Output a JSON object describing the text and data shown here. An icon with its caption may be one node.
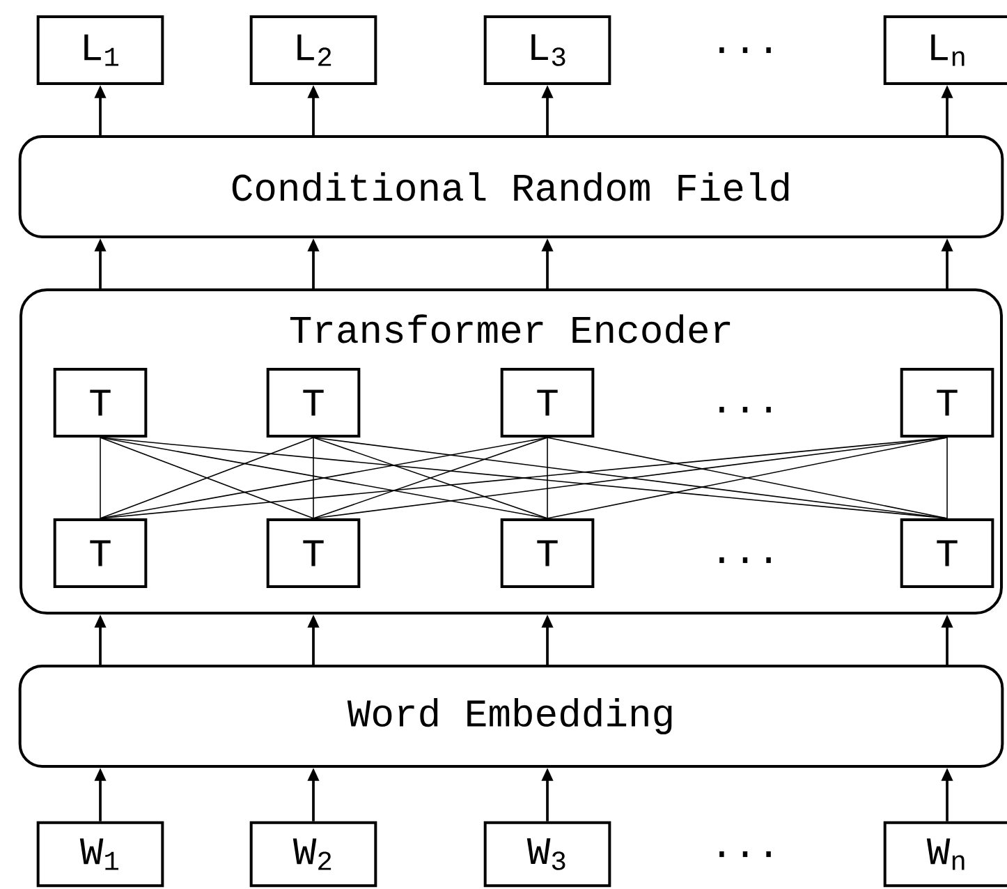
{
  "diagram": {
    "nodes": [
      {
        "text": [
          "L$_{1}$"
        ]
      },
      {
        "text": [
          "L$_{2}$"
        ]
      },
      {
        "text": [
          "L$_{3}$"
        ]
      },
      {
        "text": [
          "L$_{n}$"
        ]
      },
      {
        "text": [
          "Conditional Random Field"
        ]
      },
      {
        "text": [
          "Transformer Encoder"
        ]
      },
      {
        "text": [
          "T"
        ],
        "in": 5
      },
      {
        "text": [
          "T"
        ],
        "in": 5
      },
      {
        "text": [
          "T"
        ],
        "in": 5
      },
      {
        "text": [
          "T"
        ],
        "in": 5
      },
      {
        "text": [
          "T"
        ],
        "in": 5
      },
      {
        "text": [
          "T"
        ],
        "in": 5
      },
      {
        "text": [
          "T"
        ],
        "in": 5
      },
      {
        "text": [
          "T"
        ],
        "in": 5
      },
      {
        "text": [
          "Word Embedding"
        ]
      },
      {
        "text": [
          "W$_{1}$"
        ]
      },
      {
        "text": [
          "W$_{2}$"
        ]
      },
      {
        "text": [
          "W$_{3}$"
        ]
      },
      {
        "text": [
          "W$_{n}$"
        ]
      }
    ],
    "edges": [
      {
        "from": 4,
        "to": 0,
        "arrow": "to"
      },
      {
        "from": 4,
        "to": 1,
        "arrow": "to"
      },
      {
        "from": 4,
        "to": 2,
        "arrow": "to"
      },
      {
        "from": 4,
        "to": 3,
        "arrow": "to"
      },
      {
        "from": 5,
        "to": 4,
        "arrow": "to"
      },
      {
        "from": 5,
        "to": 4,
        "arrow": "to"
      },
      {
        "from": 5,
        "to": 4,
        "arrow": "to"
      },
      {
        "from": 5,
        "to": 4,
        "arrow": "to"
      },
      {
        "from": 6,
        "to": 10,
        "arrow": "none"
      },
      {
        "from": 6,
        "to": 11,
        "arrow": "none"
      },
      {
        "from": 6,
        "to": 12,
        "arrow": "none"
      },
      {
        "from": 6,
        "to": 13,
        "arrow": "none"
      },
      {
        "from": 7,
        "to": 10,
        "arrow": "none"
      },
      {
        "from": 7,
        "to": 11,
        "arrow": "none"
      },
      {
        "from": 7,
        "to": 12,
        "arrow": "none"
      },
      {
        "from": 7,
        "to": 13,
        "arrow": "none"
      },
      {
        "from": 8,
        "to": 10,
        "arrow": "none"
      },
      {
        "from": 8,
        "to": 11,
        "arrow": "none"
      },
      {
        "from": 8,
        "to": 12,
        "arrow": "none"
      },
      {
        "from": 8,
        "to": 13,
        "arrow": "none"
      },
      {
        "from": 9,
        "to": 10,
        "arrow": "none"
      },
      {
        "from": 9,
        "to": 11,
        "arrow": "none"
      },
      {
        "from": 9,
        "to": 12,
        "arrow": "none"
      },
      {
        "from": 9,
        "to": 13,
        "arrow": "none"
      },
      {
        "from": 14,
        "to": 5,
        "arrow": "to"
      },
      {
        "from": 14,
        "to": 5,
        "arrow": "to"
      },
      {
        "from": 14,
        "to": 5,
        "arrow": "to"
      },
      {
        "from": 14,
        "to": 5,
        "arrow": "to"
      },
      {
        "from": 15,
        "to": 14,
        "arrow": "to"
      },
      {
        "from": 16,
        "to": 14,
        "arrow": "to"
      },
      {
        "from": 17,
        "to": 14,
        "arrow": "to"
      },
      {
        "from": 18,
        "to": 14,
        "arrow": "to"
      }
    ],
    "labels": [
      "...",
      "...",
      "...",
      "..."
    ]
  }
}
